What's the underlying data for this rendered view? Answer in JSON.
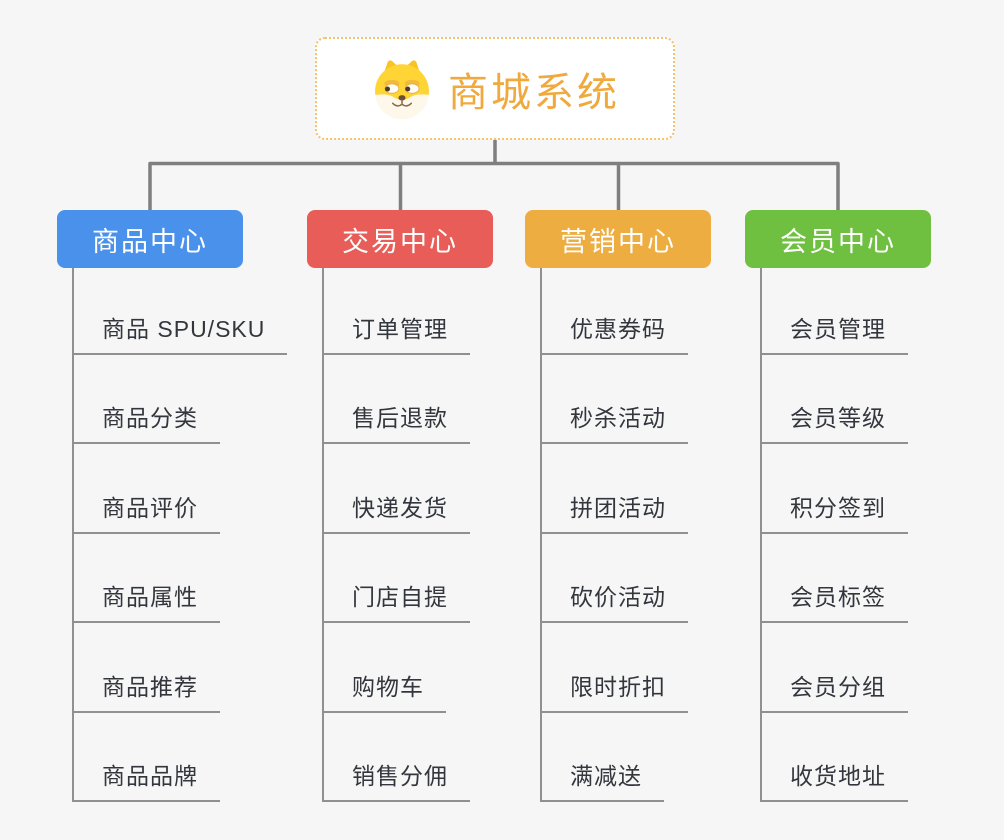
{
  "root": {
    "title": "商城系统",
    "icon": "doge-icon",
    "accent_color": "#f0a93c",
    "border_color": "#f5c169"
  },
  "branches": [
    {
      "title": "商品中心",
      "color": "#4a91ec",
      "children": [
        "商品 SPU/SKU",
        "商品分类",
        "商品评价",
        "商品属性",
        "商品推荐",
        "商品品牌"
      ]
    },
    {
      "title": "交易中心",
      "color": "#e95d59",
      "children": [
        "订单管理",
        "售后退款",
        "快递发货",
        "门店自提",
        "购物车",
        "销售分佣"
      ]
    },
    {
      "title": "营销中心",
      "color": "#edad40",
      "children": [
        "优惠券码",
        "秒杀活动",
        "拼团活动",
        "砍价活动",
        "限时折扣",
        "满减送"
      ]
    },
    {
      "title": "会员中心",
      "color": "#6fbf41",
      "children": [
        "会员管理",
        "会员等级",
        "积分签到",
        "会员标签",
        "会员分组",
        "收货地址"
      ]
    }
  ],
  "colors": {
    "connector": "#7f7f7f",
    "underline": "#909090",
    "leaf_text": "#33373d",
    "background": "#f6f6f6"
  }
}
